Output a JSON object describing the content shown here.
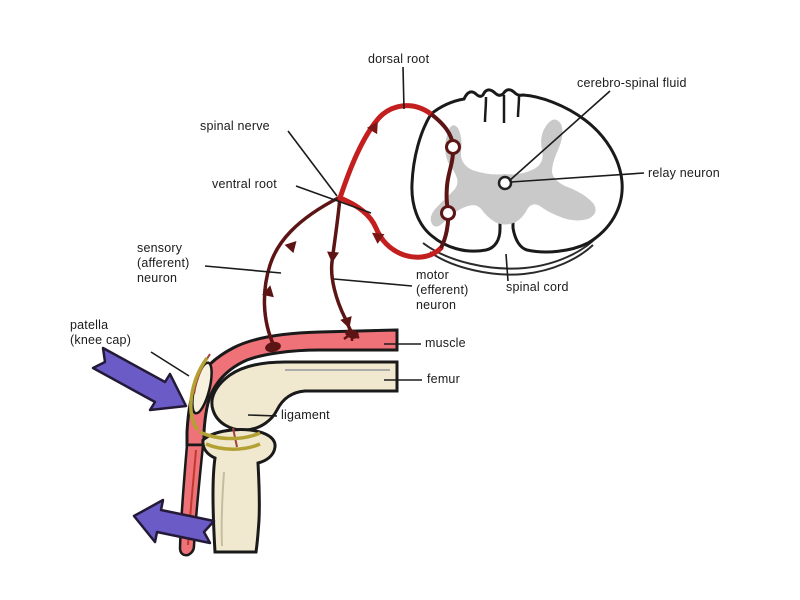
{
  "figure": {
    "subject": "knee-jerk reflex arc",
    "parts": [
      "spinal cord cross-section",
      "knee joint",
      "reflex nerve loop",
      "force arrows"
    ]
  },
  "labels": {
    "dorsal_root": "dorsal root",
    "cerebro_spinal_fluid": "cerebro-spinal fluid",
    "spinal_nerve": "spinal nerve",
    "ventral_root": "ventral root",
    "relay_neuron": "relay neuron",
    "sensory_neuron": [
      "sensory",
      "(afferent)",
      "neuron"
    ],
    "motor_neuron": [
      "motor",
      "(efferent)",
      "neuron"
    ],
    "spinal_cord": "spinal cord",
    "muscle": "muscle",
    "femur": "femur",
    "ligament": "ligament",
    "patella": [
      "patella",
      "(knee cap)"
    ]
  },
  "colors": {
    "sensory_nerve_red": "#c41f1f",
    "motor_nerve_maroon": "#5c1414",
    "muscle_pink": "#ee7278",
    "bone_cream": "#f0e9cf",
    "patella_cream": "#f7f2df",
    "ligament_olive": "#b3a133",
    "gray_matter": "#c9c9c9",
    "arrow_purple": "#6b5bc7",
    "outline_black": "#1a1a1a"
  }
}
